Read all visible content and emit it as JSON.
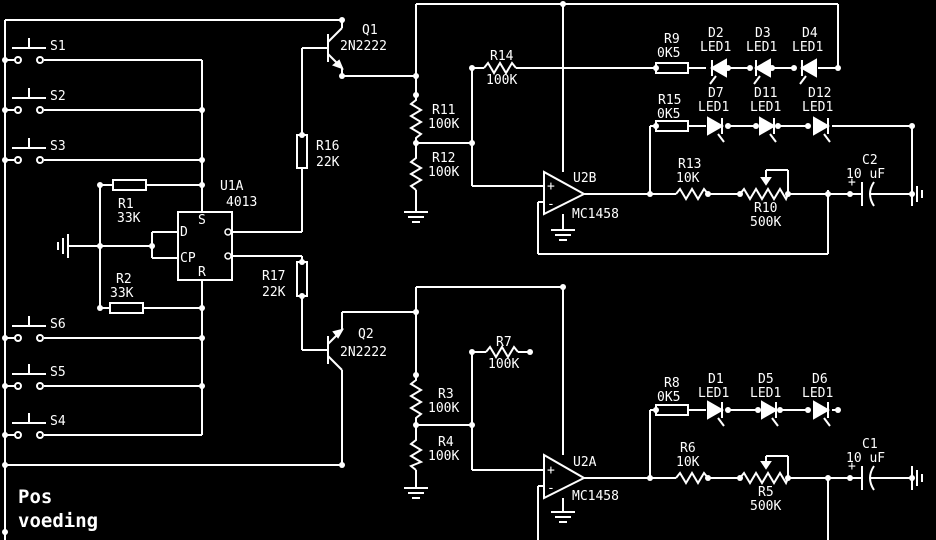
{
  "diagram": {
    "title_lines": [
      "Pos",
      "voeding"
    ],
    "colors": {
      "background": "#000000",
      "wire": "#ffffff"
    },
    "components": {
      "q1": {
        "ref": "Q1",
        "value": "2N2222"
      },
      "q2": {
        "ref": "Q2",
        "value": "2N2222"
      },
      "u1a": {
        "ref": "U1A",
        "value": "4013",
        "pins": {
          "set": "S",
          "data": "D",
          "clock": "CP",
          "reset": "R"
        }
      },
      "r1": {
        "ref": "R1",
        "value": "33K"
      },
      "r2": {
        "ref": "R2",
        "value": "33K"
      },
      "r3": {
        "ref": "R3",
        "value": "100K"
      },
      "r4": {
        "ref": "R4",
        "value": "100K"
      },
      "r5": {
        "ref": "R5",
        "value": "500K"
      },
      "r6": {
        "ref": "R6",
        "value": "10K"
      },
      "r7": {
        "ref": "R7",
        "value": "100K"
      },
      "r8": {
        "ref": "R8",
        "value": "0K5"
      },
      "r9": {
        "ref": "R9",
        "value": "0K5"
      },
      "r10": {
        "ref": "R10",
        "value": "500K"
      },
      "r11": {
        "ref": "R11",
        "value": "100K"
      },
      "r12": {
        "ref": "R12",
        "value": "100K"
      },
      "r13": {
        "ref": "R13",
        "value": "10K"
      },
      "r14": {
        "ref": "R14",
        "value": "100K"
      },
      "r15": {
        "ref": "R15",
        "value": "0K5"
      },
      "r16": {
        "ref": "R16",
        "value": "22K"
      },
      "r17": {
        "ref": "R17",
        "value": "22K"
      },
      "u2a": {
        "ref": "U2A",
        "value": "MC1458"
      },
      "u2b": {
        "ref": "U2B",
        "value": "MC1458"
      },
      "c1": {
        "ref": "C1",
        "value": "10 uF"
      },
      "c2": {
        "ref": "C2",
        "value": "10 uF"
      },
      "s1": {
        "ref": "S1"
      },
      "s2": {
        "ref": "S2"
      },
      "s3": {
        "ref": "S3"
      },
      "s4": {
        "ref": "S4"
      },
      "s5": {
        "ref": "S5"
      },
      "s6": {
        "ref": "S6"
      },
      "d1": {
        "ref": "D1",
        "value": "LED1"
      },
      "d2": {
        "ref": "D2",
        "value": "LED1"
      },
      "d3": {
        "ref": "D3",
        "value": "LED1"
      },
      "d4": {
        "ref": "D4",
        "value": "LED1"
      },
      "d5": {
        "ref": "D5",
        "value": "LED1"
      },
      "d6": {
        "ref": "D6",
        "value": "LED1"
      },
      "d7": {
        "ref": "D7",
        "value": "LED1"
      },
      "d11": {
        "ref": "D11",
        "value": "LED1"
      },
      "d12": {
        "ref": "D12",
        "value": "LED1"
      }
    }
  }
}
